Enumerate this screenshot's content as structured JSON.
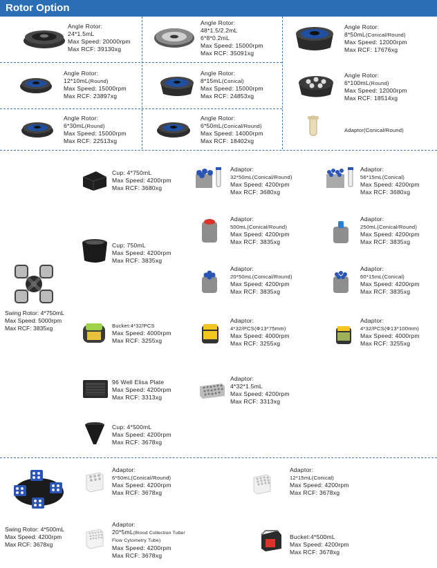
{
  "title": "Rotor Option",
  "angle": [
    {
      "l1": "Angle Rotor:",
      "l2": "24*1.5mL",
      "l3": "Max Speed: 20000rpm",
      "l4": "Max RCF: 39130xg"
    },
    {
      "l1": "Angle Rotor:",
      "l2": "48*1.5/2.2mL",
      "l2b": "6*8*0.2mL",
      "l3": "Max Speed: 15000rpm",
      "l4": "Max RCF: 35091xg"
    },
    {
      "l1": "Angle Rotor:",
      "l2": "8*50mL",
      "l2s": "(Conical/Round)",
      "l3": "Max Speed: 12000rpm",
      "l4": "Max RCF: 17676xg"
    },
    {
      "l1": "Angle Rotor:",
      "l2": "12*10mL",
      "l2s": "(Round)",
      "l3": "Max Speed: 15000rpm",
      "l4": "Max RCF: 23897xg"
    },
    {
      "l1": "Angle Rotor:",
      "l2": "8*15mL",
      "l2s": "(Conical)",
      "l3": "Max Speed: 15000rpm",
      "l4": "Max RCF: 24853xg"
    },
    {
      "l1": "Angle Rotor:",
      "l2": "6*100mL",
      "l2s": "(Round)",
      "l3": "Max Speed: 12000rpm",
      "l4": "Max RCF: 18514xg"
    },
    {
      "l1": "Angle Rotor:",
      "l2": "6*30mL",
      "l2s": "(Round)",
      "l3": "Max Speed: 15000rpm",
      "l4": "Max RCF: 22513xg"
    },
    {
      "l1": "Angle Rotor:",
      "l2": "6*50mL",
      "l2s": "(Conical/Round)",
      "l3": "Max Speed: 14000rpm",
      "l4": "Max RCF: 18402xg"
    },
    {
      "l1": "Adaptor(Conical/Round)"
    }
  ],
  "swing750": {
    "name": "Swing Rotor: 4*750mL",
    "speed": "Max Speed: 5000rpm",
    "rcf": "Max RCF: 3835xg",
    "items": [
      {
        "l1": "Cup: 4*750mL",
        "l3": "Max Speed: 4200rpm",
        "l4": "Max RCF: 3680xg"
      },
      {
        "l1": "Adaptor:",
        "l2": "32*50mL(Conical/Round)",
        "l3": "Max Speed: 4200rpm",
        "l4": "Max RCF: 3680xg"
      },
      {
        "l1": "Adaptor:",
        "l2": "56*15mL(Conical)",
        "l3": "Max Speed: 4200rpm",
        "l4": "Max RCF: 3680xg"
      },
      {
        "l1": "Cup: 750mL",
        "l3": "Max Speed: 4200rpm",
        "l4": "Max RCF: 3835xg"
      },
      {
        "l1": "Adaptor:",
        "l2": "500mL(Conical/Round)",
        "l3": "Max Speed: 4200rpm",
        "l4": "Max RCF: 3835xg"
      },
      {
        "l1": "Adaptor:",
        "l2": "250mL(Conical/Round)",
        "l3": "Max Speed: 4200rpm",
        "l4": "Max RCF: 3835xg"
      },
      {
        "l1": "Adaptor:",
        "l2": "20*50mL(Conical/Round)",
        "l3": "Max Speed: 4200rpm",
        "l4": "Max RCF: 3835xg"
      },
      {
        "l1": "Adaptor:",
        "l2": "60*15mL(Conical)",
        "l3": "Max Speed: 4200rpm",
        "l4": "Max RCF: 3835xg"
      },
      {
        "l1": "Bucket:4*32/PCS",
        "l3": "Max Speed: 4000rpm",
        "l4": "Max RCF: 3255xg"
      },
      {
        "l1": "Adaptor:",
        "l2": "4*32/PCS(Φ13*75mm)",
        "l3": "Max Speed: 4000rpm",
        "l4": "Max RCF: 3255xg"
      },
      {
        "l1": "Adaptor:",
        "l2": "4*32/PCS(Φ13*100mm)",
        "l3": "Max Speed: 4000rpm",
        "l4": "Max RCF: 3255xg"
      },
      {
        "l1": "96 Well Elisa Plate",
        "l3": "Max Speed: 4200rpm",
        "l4": "Max RCF: 3313xg"
      },
      {
        "l1": "Adaptor:",
        "l2": "4*32*1.5mL",
        "l3": "Max Speed: 4200rpm",
        "l4": "Max RCF: 3313xg"
      },
      {
        "l1": "Cup: 4*500mL",
        "l3": "Max Speed: 4200rpm",
        "l4": "Max RCF: 3678xg"
      }
    ]
  },
  "swing500": {
    "name": "Swing Rotor: 4*500mL",
    "speed": "Max Speed: 4200rpm",
    "rcf": "Max RCF: 3678xg",
    "items": [
      {
        "l1": "Adaptor:",
        "l2": "6*50mL(Conical/Round)",
        "l3": "Max Speed: 4200rpm",
        "l4": "Max RCF: 3678xg"
      },
      {
        "l1": "Adaptor:",
        "l2": "12*15mL(Conical)",
        "l3": "Max Speed: 4200rpm",
        "l4": "Max RCF: 3678xg"
      },
      {
        "l1": "Adaptor:",
        "l2": "20*5mL",
        "l2s": "(Blood Collection Tube/",
        "l2c": "Flow Cytometry Tube)",
        "l3": "Max Speed: 4200rpm",
        "l4": "Max RCF: 3678xg"
      },
      {
        "l1": "Bucket:4*500mL",
        "l3": "Max Speed: 4200rpm",
        "l4": "Max RCF: 3678xg"
      }
    ]
  }
}
